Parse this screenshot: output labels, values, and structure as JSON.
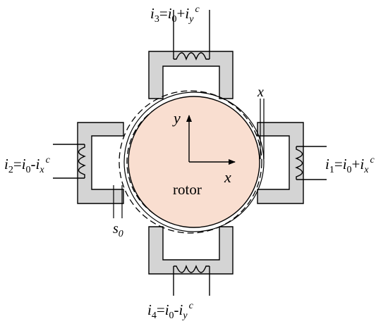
{
  "diagram": {
    "label_i3": {
      "i": "i",
      "sub": "3",
      "eq": "=",
      "i0": "i",
      "i0sub": "0",
      "op": "+",
      "iy": "i",
      "iysub": "y",
      "sup": "c"
    },
    "label_i1": {
      "i": "i",
      "sub": "1",
      "eq": "=",
      "i0": "i",
      "i0sub": "0",
      "op": "+",
      "ix": "i",
      "ixsub": "x",
      "sup": "c"
    },
    "label_i2": {
      "i": "i",
      "sub": "2",
      "eq": "=",
      "i0": "i",
      "i0sub": "0",
      "op": "-",
      "ix": "i",
      "ixsub": "x",
      "sup": "c"
    },
    "label_i4": {
      "i": "i",
      "sub": "4",
      "eq": "=",
      "i0": "i",
      "i0sub": "0",
      "op": "-",
      "iy": "i",
      "iysub": "y",
      "sup": "c"
    },
    "rotor_label": "rotor",
    "axis_x": "x",
    "axis_y": "y",
    "displacement_x": "x",
    "gap_label": {
      "s": "s",
      "sub": "0"
    },
    "colors": {
      "rotor_fill": "#f9ded0",
      "iron_fill": "#d4d4d4",
      "stroke": "#000000"
    }
  }
}
